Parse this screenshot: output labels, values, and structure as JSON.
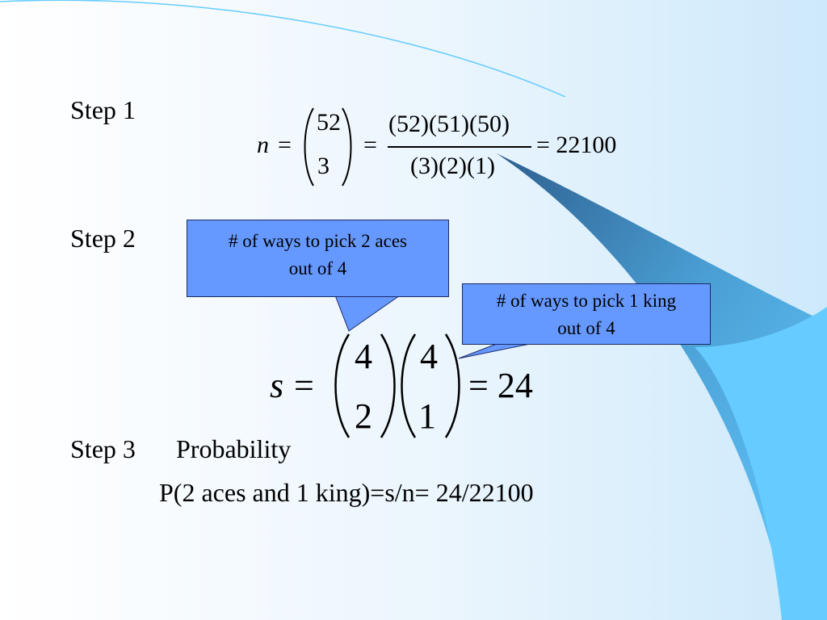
{
  "slide": {
    "step1_label": "Step 1",
    "step2_label": "Step 2",
    "step3_label": "Step 3",
    "step3_title": "Probability",
    "equation_n": {
      "lhs": "n",
      "equals": "=",
      "binom_top": "52",
      "binom_bottom": "3",
      "numerator": "(52)(51)(50)",
      "denominator": "(3)(2)(1)",
      "result": "= 22100"
    },
    "equation_s": {
      "lhs": "s",
      "equals": "=",
      "binom1_top": "4",
      "binom1_bottom": "2",
      "binom2_top": "4",
      "binom2_bottom": "1",
      "result": "= 24"
    },
    "callout_aces": {
      "line1": "# of ways to pick 2 aces",
      "line2": "out of 4"
    },
    "callout_king": {
      "line1": "# of ways to pick 1 king",
      "line2": "out of 4"
    },
    "probability_line": "P(2 aces and 1 king)=s/n= 24/22100"
  },
  "colors": {
    "callout_fill": "#6699FF",
    "swoosh_light": "#66CCFF",
    "swoosh_dark": "#336699"
  }
}
